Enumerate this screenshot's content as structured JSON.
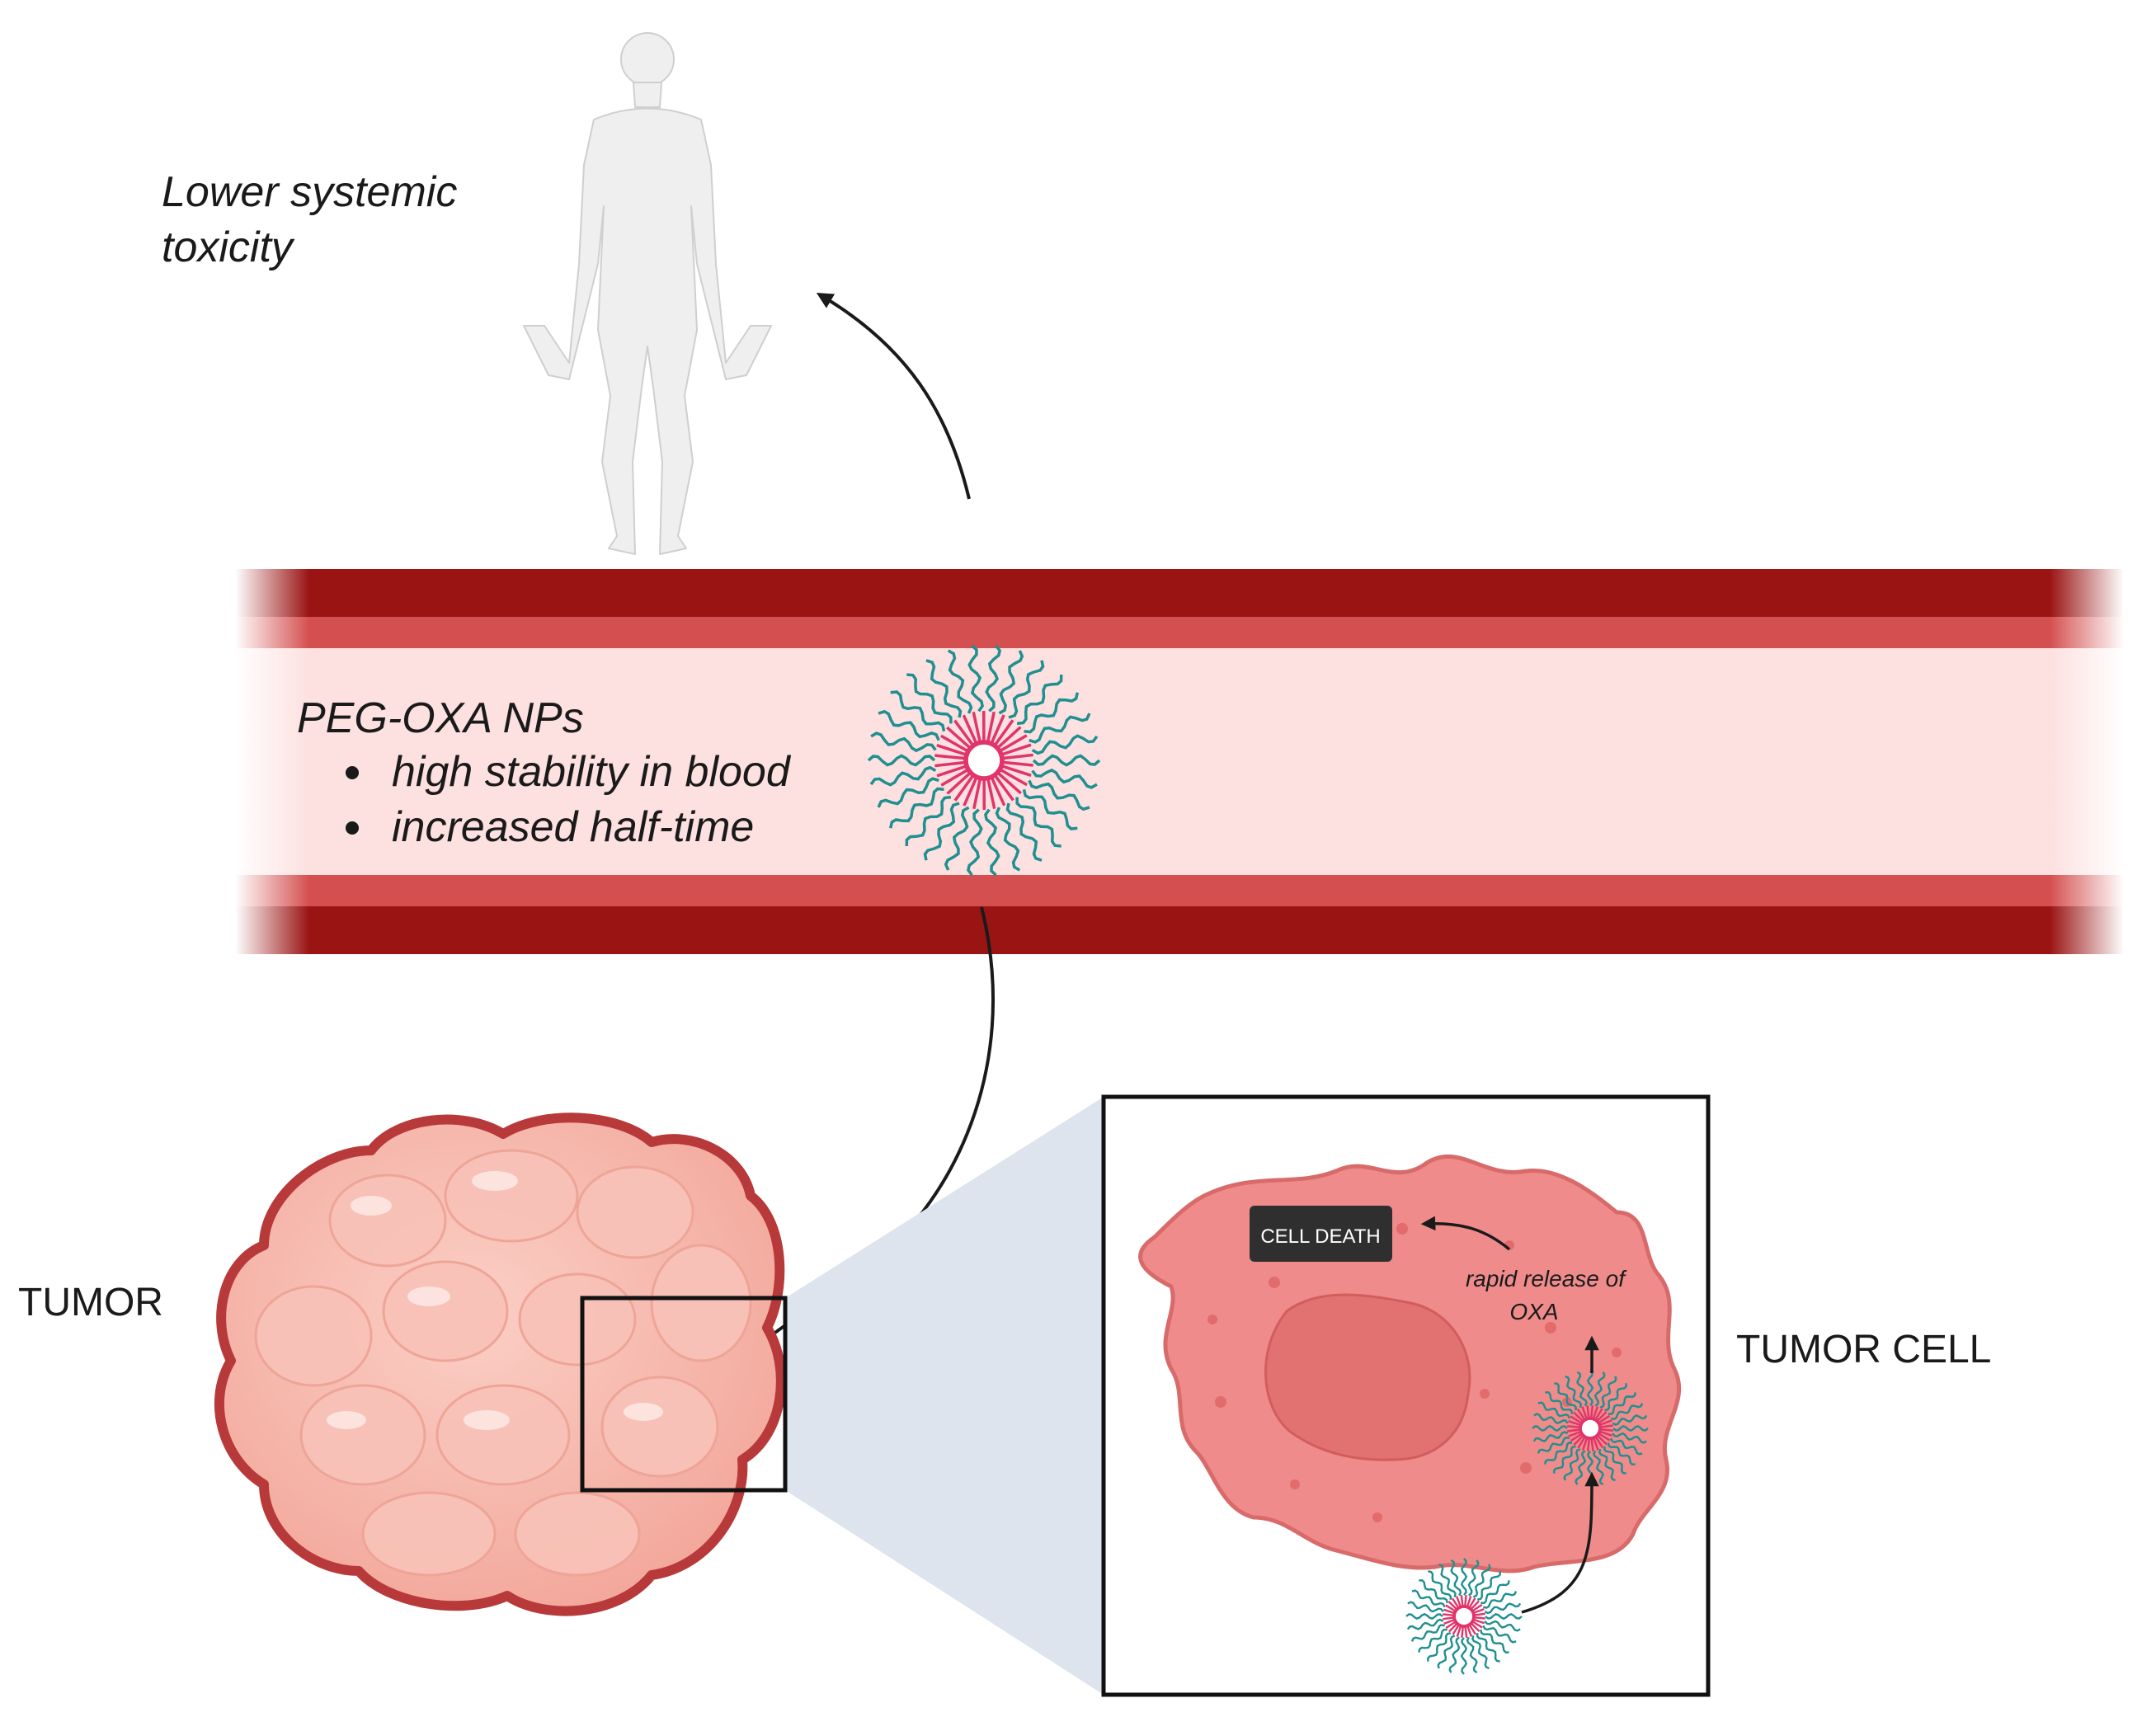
{
  "labels": {
    "toxicity_line1": "Lower systemic",
    "toxicity_line2": "toxicity",
    "np_title": "PEG-OXA NPs",
    "bullets": [
      "high stability in blood",
      "increased half-time"
    ],
    "tumor": "TUMOR",
    "tumor_cell": "TUMOR CELL",
    "cell_death": "CELL DEATH",
    "release_line1": "rapid release of",
    "release_line2": "OXA"
  },
  "colors": {
    "vessel_dark": "#9a1414",
    "vessel_mid": "#d45050",
    "vessel_lumen": "#fde0e0",
    "tumor_fill": "#f6b3a8",
    "tumor_outline": "#b8393a",
    "cell_fill": "#ef8b8b",
    "cell_outline": "#d96a6a",
    "nucleus": "#e27272",
    "peg_chain": "#1f8f8f",
    "np_core": "#e0346a",
    "zoom_cone": "#dde4ee",
    "human_fill": "#efefef",
    "human_outline": "#cfcfcf"
  },
  "icons": [
    "human-body-icon",
    "nanoparticle-icon",
    "tumor-mass-icon",
    "tumor-cell-icon"
  ]
}
